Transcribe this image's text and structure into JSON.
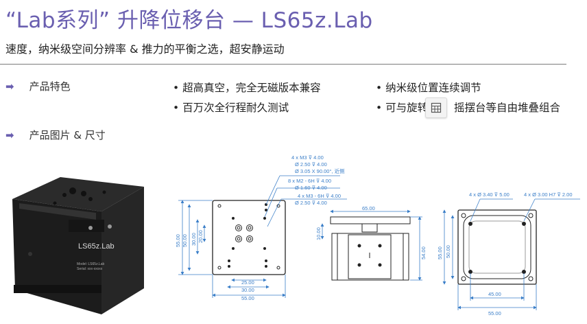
{
  "header": {
    "title": "“Lab系列” 升降位移台 — LS65z.Lab",
    "subtitle": "速度，纳米级空间分辨率 & 推力的平衡之选，超安静运动"
  },
  "features_section": {
    "heading": "产品特色",
    "items": [
      "• 超高真空，完全无磁版本兼容",
      "• 百万次全行程耐久测试",
      "• 纳米级位置连续调节",
      "• 可与旋转",
      "摇摆台等自由堆叠组合"
    ]
  },
  "images_section": {
    "heading": "产品图片 & 尺寸"
  },
  "product": {
    "label": "LS65z.Lab",
    "small_text_1": "Model: LS65z.Lab",
    "small_text_2": "Serial: xxx-xxxxx"
  },
  "front_view": {
    "callouts": [
      "4 x  M3  ⊽ 4.00",
      "Ø  2.50  ⊽ 4.00",
      "Ø  3.05 X 90.00°, 近侧",
      "8 x  M2 - 6H  ⊽ 4.00",
      "Ø  1.60  ⊽ 4.00",
      "4 x  M3 - 6H  ⊽ 4.00",
      "Ø  2.50  ⊽ 4.00"
    ],
    "dims_vertical": [
      "55.00",
      "50.00",
      "30.00",
      "20.00"
    ],
    "dims_horizontal": [
      "25.00",
      "30.00",
      "55.00"
    ]
  },
  "side_view": {
    "dims": [
      "65.00",
      "10.00",
      "54.00"
    ]
  },
  "bottom_view": {
    "callouts": [
      "4 x  Ø  3.40  ⊽  5.00",
      "4 x  Ø  3.00 H7  ⊽  2.00"
    ],
    "dims_vertical": [
      "55.00",
      "50.00"
    ],
    "dims_horizontal": [
      "45.00",
      "55.00"
    ]
  },
  "colors": {
    "accent": "#6a5fb0",
    "dimension": "#3a7ec8"
  }
}
